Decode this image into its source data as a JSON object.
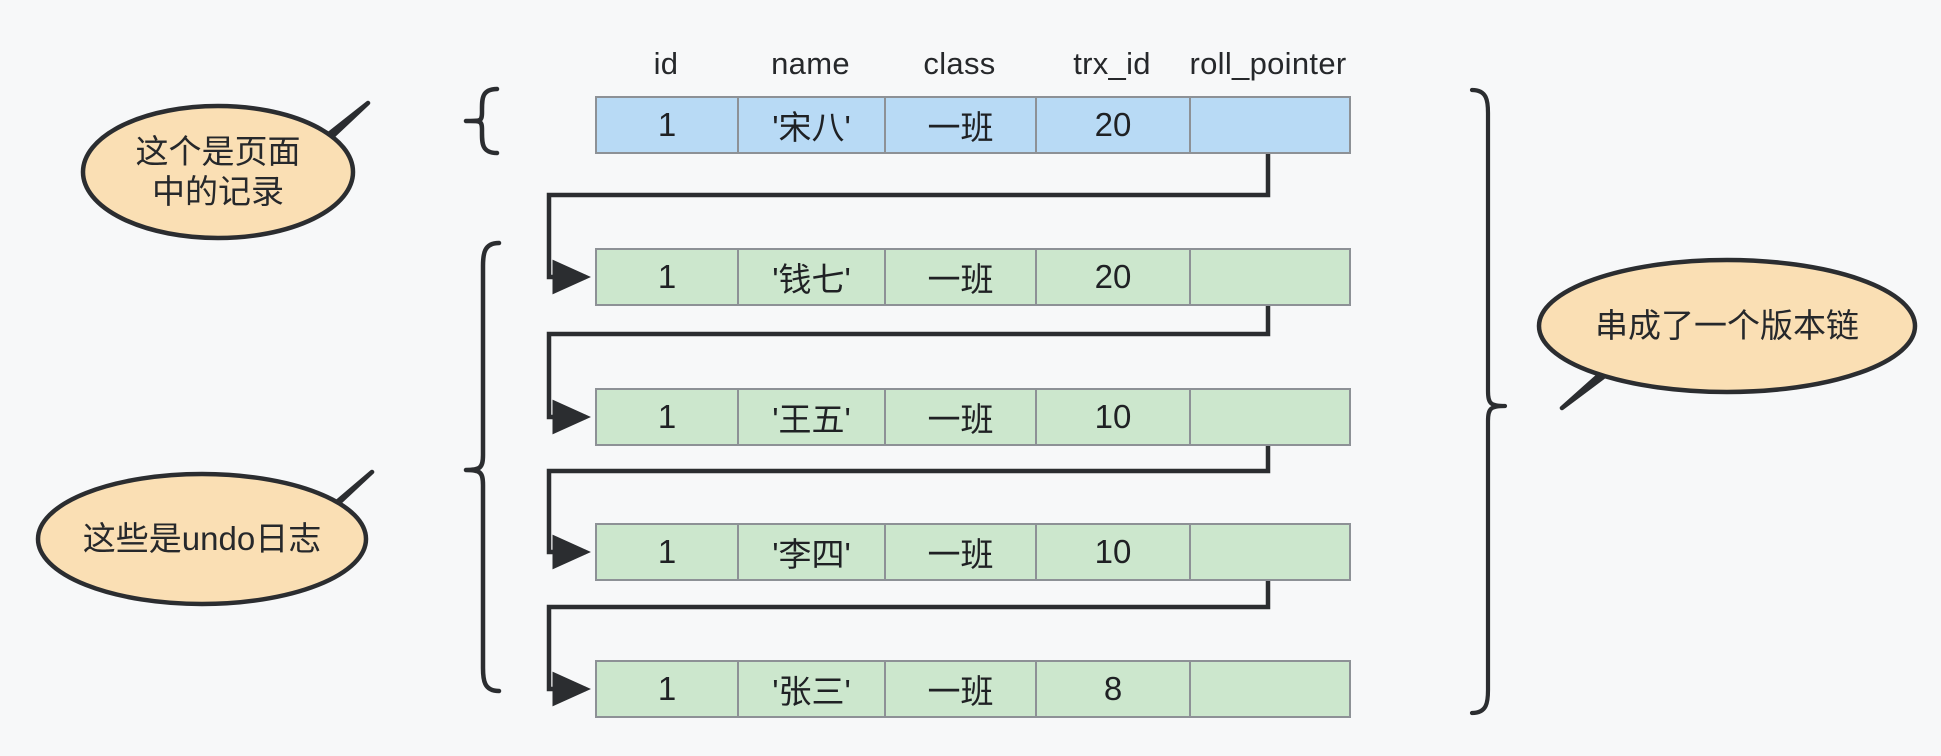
{
  "diagram": {
    "title": "InnoDB MVCC version chain (undo log) diagram",
    "colors": {
      "background": "#f7f8f9",
      "row_current": "#b8daf5",
      "row_undo": "#cce7cd",
      "callout_fill": "#fadfb4",
      "stroke": "#2b2d30",
      "cell_border": "#8d9196"
    }
  },
  "table": {
    "columns": [
      {
        "key": "id",
        "label": "id"
      },
      {
        "key": "name",
        "label": "name"
      },
      {
        "key": "class",
        "label": "class"
      },
      {
        "key": "trx_id",
        "label": "trx_id"
      },
      {
        "key": "roll_pointer",
        "label": "roll_pointer"
      }
    ],
    "rows": [
      {
        "kind": "current-record",
        "id": "1",
        "name": "'宋八'",
        "class": "一班",
        "trx_id": "20",
        "roll_pointer": "pointer-dot"
      },
      {
        "kind": "undo-record",
        "id": "1",
        "name": "'钱七'",
        "class": "一班",
        "trx_id": "20",
        "roll_pointer": "pointer-dot"
      },
      {
        "kind": "undo-record",
        "id": "1",
        "name": "'王五'",
        "class": "一班",
        "trx_id": "10",
        "roll_pointer": "pointer-dot"
      },
      {
        "kind": "undo-record",
        "id": "1",
        "name": "'李四'",
        "class": "一班",
        "trx_id": "10",
        "roll_pointer": "pointer-dot"
      },
      {
        "kind": "undo-record",
        "id": "1",
        "name": "'张三'",
        "class": "一班",
        "trx_id": "8",
        "roll_pointer": "pointer-dot"
      }
    ]
  },
  "callouts": {
    "page_record": {
      "line1": "这个是页面",
      "line2": "中的记录",
      "text": "这个是页面\n中的记录"
    },
    "undo_logs": {
      "text": "这些是undo日志"
    },
    "version_chain": {
      "text": "串成了一个版本链"
    }
  },
  "braces": {
    "top_left": "brace-current-record",
    "bottom_left": "brace-undo-logs",
    "right": "brace-version-chain"
  }
}
